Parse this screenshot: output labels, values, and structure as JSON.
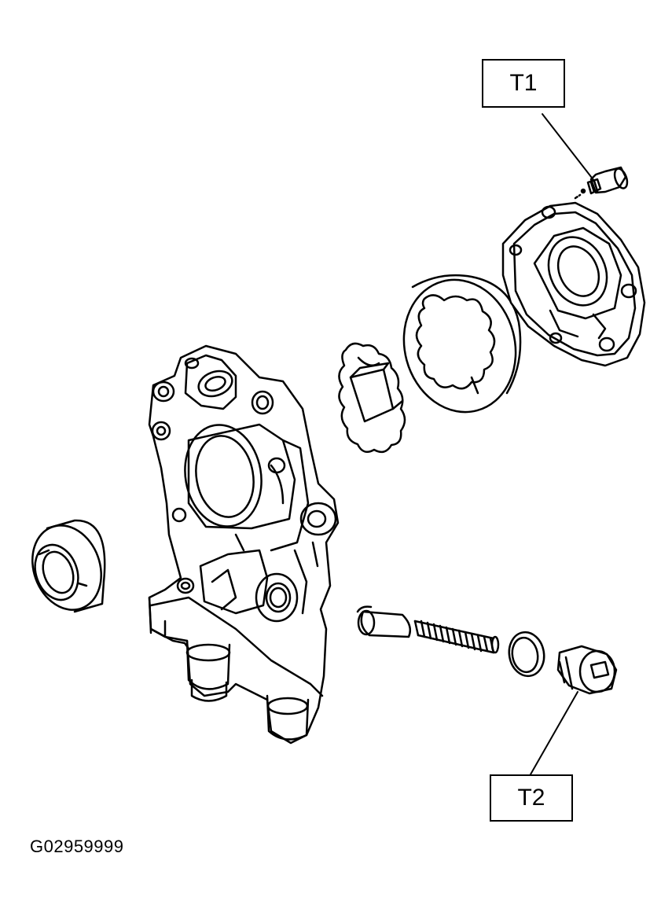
{
  "callouts": {
    "t1": "T1",
    "t2": "T2"
  },
  "figure_id": "G02959999",
  "colors": {
    "line": "#000000",
    "background": "#ffffff"
  }
}
